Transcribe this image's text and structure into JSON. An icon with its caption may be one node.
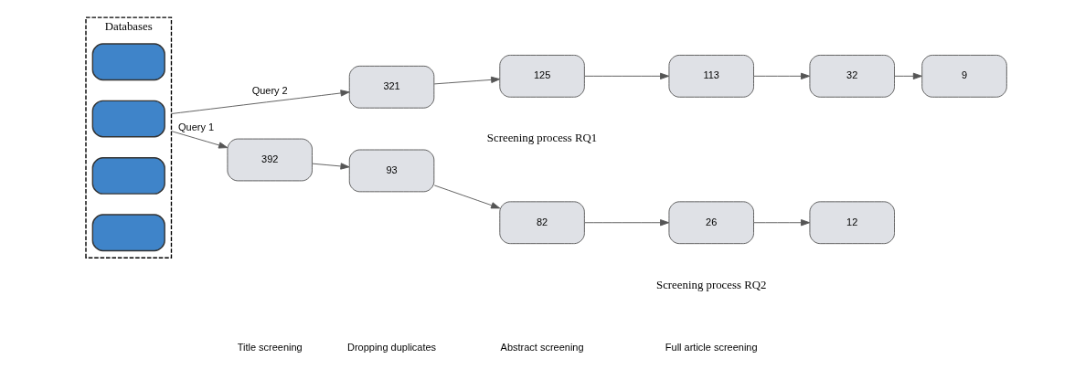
{
  "diagram": {
    "nodes": [
      {
        "text": [
          "Databases"
        ]
      },
      {
        "text": [],
        "shape": "box",
        "in": 0
      },
      {
        "text": [],
        "shape": "box",
        "in": 0
      },
      {
        "text": [],
        "shape": "box",
        "in": 0
      },
      {
        "text": [],
        "shape": "box",
        "in": 0
      },
      {
        "text": [
          "392"
        ]
      },
      {
        "text": [
          "93"
        ]
      },
      {
        "text": [
          "82"
        ]
      },
      {
        "text": [
          "26"
        ]
      },
      {
        "text": [
          "12"
        ]
      },
      {
        "text": [
          "321"
        ]
      },
      {
        "text": [
          "125"
        ]
      },
      {
        "text": [
          "113"
        ]
      },
      {
        "text": [
          "32"
        ]
      },
      {
        "text": [
          "9"
        ]
      }
    ],
    "edges": [
      {
        "from": 0,
        "to": 5,
        "arrow": "to",
        "label": "Query 1"
      },
      {
        "from": 5,
        "to": 6,
        "arrow": "to"
      },
      {
        "from": 6,
        "to": 7,
        "arrow": "to"
      },
      {
        "from": 7,
        "to": 8,
        "arrow": "to"
      },
      {
        "from": 8,
        "to": 9,
        "arrow": "to"
      },
      {
        "from": 0,
        "to": 10,
        "arrow": "to",
        "label": "Query 2"
      },
      {
        "from": 10,
        "to": 11,
        "arrow": "to"
      },
      {
        "from": 11,
        "to": 12,
        "arrow": "to"
      },
      {
        "from": 12,
        "to": 13,
        "arrow": "to"
      },
      {
        "from": 13,
        "to": 14,
        "arrow": "to"
      }
    ],
    "labels": [
      "Screening process RQ1",
      "Title screening",
      "Dropping duplicates",
      "Abstract screening",
      "Full article screening",
      "Screening process RQ2"
    ]
  }
}
